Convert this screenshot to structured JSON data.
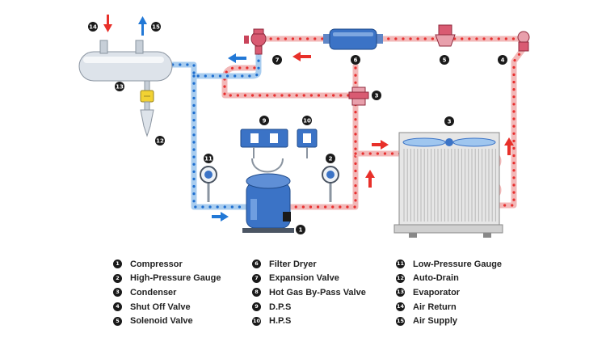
{
  "colors": {
    "hot_line": "#f2b8b8",
    "hot_dot": "#e83030",
    "cold_line": "#a9cdef",
    "cold_dot": "#1f6fd0",
    "device_blue": "#3b73c6",
    "arrow_red": "#e8302a",
    "arrow_blue": "#2278d6"
  },
  "components": [
    {
      "num": "1",
      "label": "Compressor",
      "icon": "compressor-icon"
    },
    {
      "num": "2",
      "label": "High-Pressure Gauge",
      "icon": "pressure-gauge-icon"
    },
    {
      "num": "3",
      "label": "Condenser",
      "icon": "condenser-icon"
    },
    {
      "num": "4",
      "label": "Shut Off Valve",
      "icon": "shut-off-valve-icon"
    },
    {
      "num": "5",
      "label": "Solenoid Valve",
      "icon": "solenoid-valve-icon"
    },
    {
      "num": "6",
      "label": "Filter Dryer",
      "icon": "filter-dryer-icon"
    },
    {
      "num": "7",
      "label": "Expansion Valve",
      "icon": "expansion-valve-icon"
    },
    {
      "num": "8",
      "label": "Hot Gas By-Pass Valve",
      "icon": "hot-gas-bypass-valve-icon"
    },
    {
      "num": "9",
      "label": "D.P.S",
      "icon": "dps-switch-icon"
    },
    {
      "num": "10",
      "label": "H.P.S",
      "icon": "hps-switch-icon"
    },
    {
      "num": "11",
      "label": "Low-Pressure Gauge",
      "icon": "pressure-gauge-icon"
    },
    {
      "num": "12",
      "label": "Auto-Drain",
      "icon": "auto-drain-icon"
    },
    {
      "num": "13",
      "label": "Evaporator",
      "icon": "evaporator-icon"
    },
    {
      "num": "14",
      "label": "Air Return",
      "icon": "arrow-down-icon"
    },
    {
      "num": "15",
      "label": "Air Supply",
      "icon": "arrow-up-icon"
    }
  ]
}
